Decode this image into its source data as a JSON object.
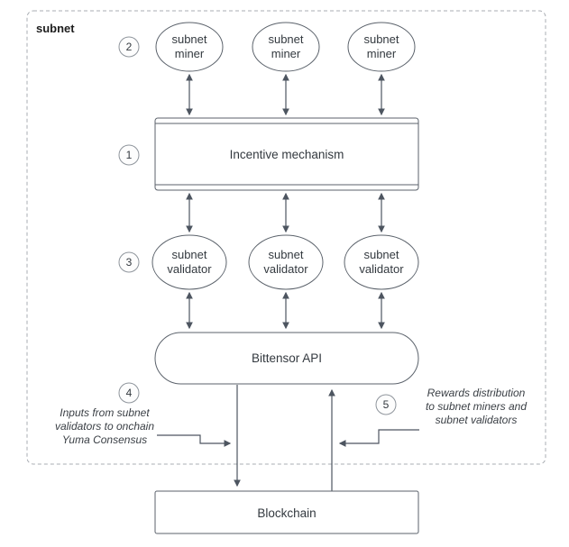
{
  "diagram": {
    "container_label": "subnet",
    "badges": {
      "n1": "1",
      "n2": "2",
      "n3": "3",
      "n4": "4",
      "n5": "5"
    },
    "nodes": {
      "miner_line1": "subnet",
      "miner_line2": "miner",
      "incentive": "Incentive mechanism",
      "validator_line1": "subnet",
      "validator_line2": "validator",
      "api": "Bittensor API",
      "blockchain": "Blockchain"
    },
    "annotations": {
      "inputs_line1": "Inputs from subnet",
      "inputs_line2": "validators to onchain",
      "inputs_line3": "Yuma Consensus",
      "rewards_line1": "Rewards distribution",
      "rewards_line2": "to subnet miners and",
      "rewards_line3": "subnet validators"
    },
    "colors": {
      "shape_stroke": "#5b626b",
      "edge": "#4d5560",
      "text": "#33393f",
      "container_dash": "#a9adb3",
      "background": "#ffffff"
    }
  }
}
